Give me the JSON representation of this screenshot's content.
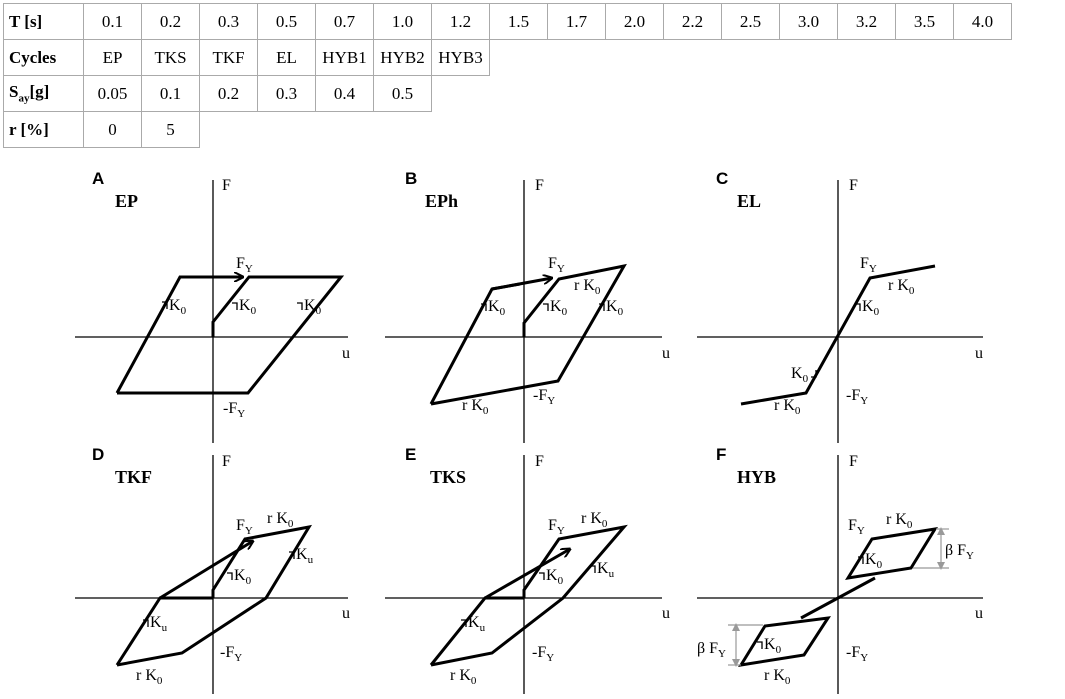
{
  "table": {
    "headers": [
      "T [s]",
      "Cycles",
      "Say[g]",
      "r [%]"
    ],
    "rows": [
      [
        "0.1",
        "0.2",
        "0.3",
        "0.5",
        "0.7",
        "1.0",
        "1.2",
        "1.5",
        "1.7",
        "2.0",
        "2.2",
        "2.5",
        "3.0",
        "3.2",
        "3.5",
        "4.0"
      ],
      [
        "EP",
        "TKS",
        "TKF",
        "EL",
        "HYB1",
        "HYB2",
        "HYB3"
      ],
      [
        "0.05",
        "0.1",
        "0.2",
        "0.3",
        "0.4",
        "0.5"
      ],
      [
        "0",
        "5"
      ]
    ]
  },
  "panels": {
    "a": {
      "letter": "A",
      "title": "EP"
    },
    "b": {
      "letter": "B",
      "title": "EPh"
    },
    "c": {
      "letter": "C",
      "title": "EL"
    },
    "d": {
      "letter": "D",
      "title": "TKF"
    },
    "e": {
      "letter": "E",
      "title": "TKS"
    },
    "f": {
      "letter": "F",
      "title": "HYB"
    }
  },
  "labels": {
    "F": "F",
    "u": "u",
    "FY": "F",
    "FY_sub": "Y",
    "negFY": "-F",
    "K": "K",
    "K0_sub": "0",
    "Ku_sub": "u",
    "rK": "r K",
    "beta": "β F"
  }
}
